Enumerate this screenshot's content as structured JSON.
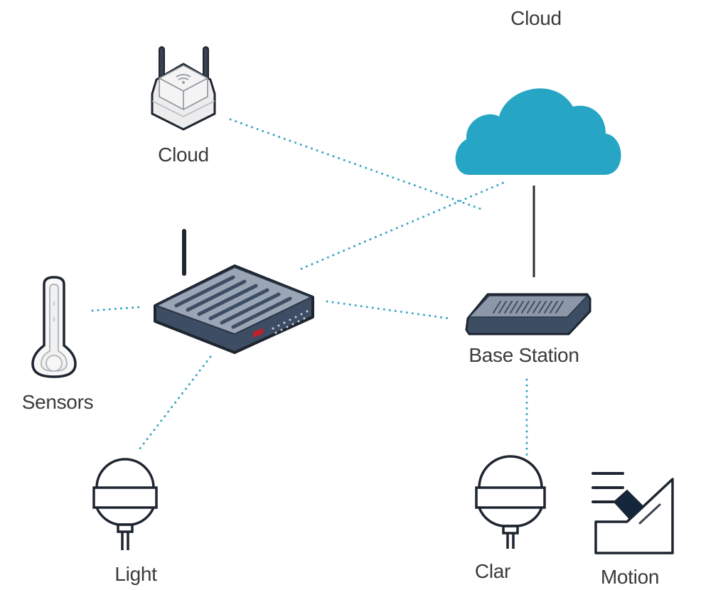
{
  "diagram": {
    "title_top": "Cloud",
    "colors": {
      "connector": "#3aa6c4",
      "cloud": "#27a5c4",
      "device_dark": "#3d4d63",
      "device_top": "#9aa6b5",
      "outline": "#1e2530",
      "label": "#3a3a3a",
      "led_red": "#c0202a"
    },
    "nodes": [
      {
        "id": "cloud",
        "label": "Cloud",
        "icon": "cloud-icon"
      },
      {
        "id": "hub",
        "label": "Cloud",
        "icon": "wireless-hub-icon"
      },
      {
        "id": "router",
        "label": "",
        "icon": "router-icon"
      },
      {
        "id": "base-station",
        "label": "Base Station",
        "icon": "base-station-icon"
      },
      {
        "id": "sensors",
        "label": "Sensors",
        "icon": "thermometer-icon"
      },
      {
        "id": "light",
        "label": "Light",
        "icon": "light-sensor-icon"
      },
      {
        "id": "clar",
        "label": "Clar",
        "icon": "light-sensor-icon"
      },
      {
        "id": "motion",
        "label": "Motion",
        "icon": "motion-sensor-icon"
      }
    ],
    "edges": [
      {
        "from": "hub",
        "to": "base-station",
        "style": "dotted"
      },
      {
        "from": "router",
        "to": "cloud",
        "style": "dotted"
      },
      {
        "from": "router",
        "to": "base-station",
        "style": "dotted"
      },
      {
        "from": "sensors",
        "to": "router",
        "style": "dotted"
      },
      {
        "from": "router",
        "to": "light",
        "style": "dotted"
      },
      {
        "from": "cloud",
        "to": "base-station",
        "style": "solid"
      },
      {
        "from": "base-station",
        "to": "clar",
        "style": "dotted"
      }
    ]
  }
}
